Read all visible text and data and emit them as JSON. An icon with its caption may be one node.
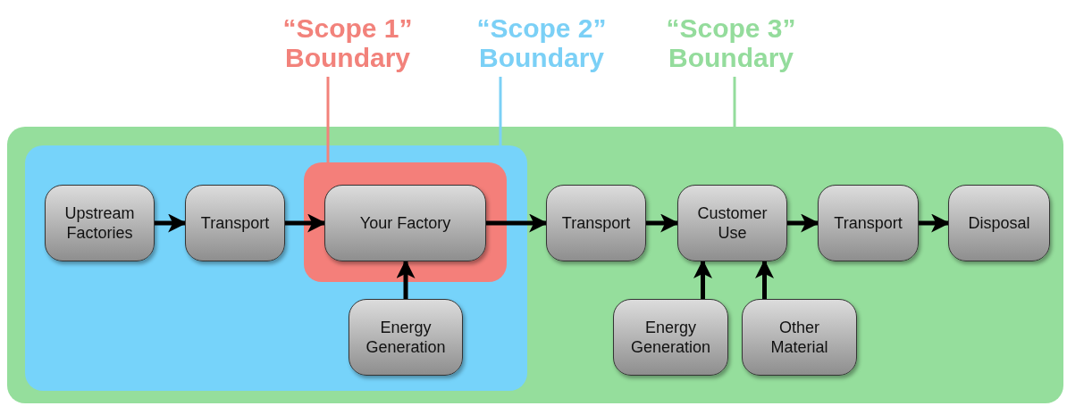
{
  "diagram": {
    "nodes": [
      {
        "text": [
          "“Scope 1” Boundary"
        ]
      },
      {
        "text": [
          "“Scope 2” Boundary"
        ]
      },
      {
        "text": [
          "“Scope 3” Boundary"
        ]
      },
      {
        "text": [],
        "shape": "box"
      },
      {
        "text": [],
        "shape": "box",
        "in": 3
      },
      {
        "text": [],
        "shape": "box",
        "in": 4
      },
      {
        "text": [
          "Upstream Factories"
        ],
        "in": 4
      },
      {
        "text": [
          "Transport"
        ],
        "in": 4
      },
      {
        "text": [
          "Your Factory"
        ],
        "in": 5
      },
      {
        "text": [
          "Energy Generation"
        ],
        "in": 4
      },
      {
        "text": [
          "Transport"
        ],
        "in": 3
      },
      {
        "text": [
          "Customer Use"
        ],
        "in": 3
      },
      {
        "text": [
          "Transport"
        ],
        "in": 3
      },
      {
        "text": [
          "Disposal"
        ],
        "in": 3
      },
      {
        "text": [
          "Energy Generation"
        ],
        "in": 3
      },
      {
        "text": [
          "Other Material"
        ],
        "in": 3
      }
    ],
    "edges": [
      {
        "from": 6,
        "to": 7,
        "arrow": "to"
      },
      {
        "from": 7,
        "to": 8,
        "arrow": "to"
      },
      {
        "from": 8,
        "to": 10,
        "arrow": "to"
      },
      {
        "from": 10,
        "to": 11,
        "arrow": "to"
      },
      {
        "from": 11,
        "to": 12,
        "arrow": "to"
      },
      {
        "from": 12,
        "to": 13,
        "arrow": "to"
      },
      {
        "from": 9,
        "to": 8,
        "arrow": "to"
      },
      {
        "from": 14,
        "to": 11,
        "arrow": "to"
      },
      {
        "from": 15,
        "to": 11,
        "arrow": "to"
      },
      {
        "from": 0,
        "to": 5,
        "arrow": "none",
        "color": "#f2827b"
      },
      {
        "from": 1,
        "to": 4,
        "arrow": "none",
        "color": "#7bd0f6"
      },
      {
        "from": 2,
        "to": 3,
        "arrow": "none",
        "color": "#94dc9c"
      }
    ]
  }
}
